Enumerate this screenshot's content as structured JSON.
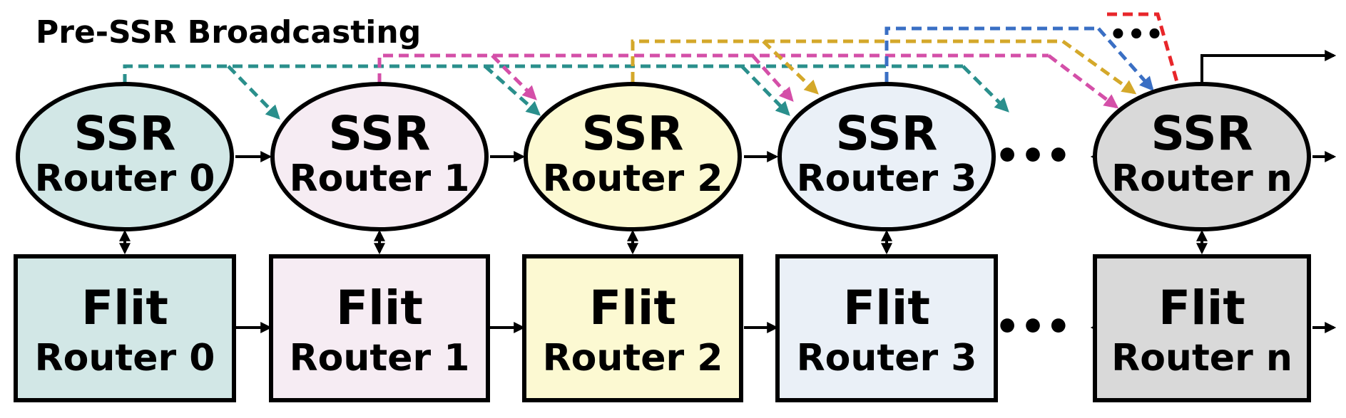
{
  "title": "Pre-SSR Broadcasting",
  "ellipsis": "•••",
  "routers": [
    {
      "ssr_top": "SSR",
      "ssr_bottom": "Router 0",
      "flit_top": "Flit",
      "flit_bottom": "Router 0",
      "color": "#d2e7e6"
    },
    {
      "ssr_top": "SSR",
      "ssr_bottom": "Router 1",
      "flit_top": "Flit",
      "flit_bottom": "Router 1",
      "color": "#f6ecf3"
    },
    {
      "ssr_top": "SSR",
      "ssr_bottom": "Router 2",
      "flit_top": "Flit",
      "flit_bottom": "Router 2",
      "color": "#fcf9d2"
    },
    {
      "ssr_top": "SSR",
      "ssr_bottom": "Router 3",
      "flit_top": "Flit",
      "flit_bottom": "Router 3",
      "color": "#eaf0f7"
    },
    {
      "ssr_top": "SSR",
      "ssr_bottom": "Router n",
      "flit_top": "Flit",
      "flit_bottom": "Router n",
      "color": "#d9d9d9"
    }
  ],
  "broadcast_colors": {
    "router0": "#2a8f8c",
    "router1": "#d44fa8",
    "router2": "#d4a82a",
    "router3": "#3a6fc4",
    "further": "#e8262a"
  }
}
